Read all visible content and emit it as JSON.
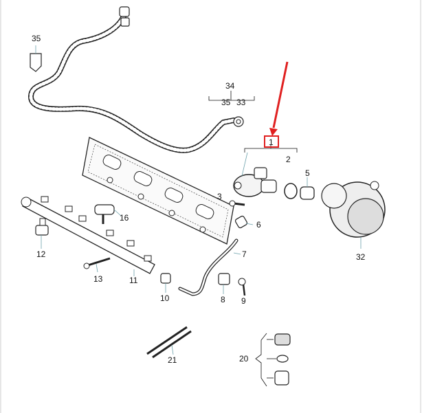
{
  "diagram": {
    "callouts": [
      {
        "id": "35a",
        "text": "35"
      },
      {
        "id": "34",
        "text": "34"
      },
      {
        "id": "35b",
        "text": "35"
      },
      {
        "id": "33",
        "text": "33"
      },
      {
        "id": "1",
        "text": "1"
      },
      {
        "id": "2",
        "text": "2"
      },
      {
        "id": "3",
        "text": "3"
      },
      {
        "id": "5",
        "text": "5"
      },
      {
        "id": "6",
        "text": "6"
      },
      {
        "id": "7",
        "text": "7"
      },
      {
        "id": "8",
        "text": "8"
      },
      {
        "id": "9",
        "text": "9"
      },
      {
        "id": "10",
        "text": "10"
      },
      {
        "id": "11",
        "text": "11"
      },
      {
        "id": "12",
        "text": "12"
      },
      {
        "id": "13",
        "text": "13"
      },
      {
        "id": "16",
        "text": "16"
      },
      {
        "id": "20",
        "text": "20"
      },
      {
        "id": "21",
        "text": "21"
      },
      {
        "id": "32",
        "text": "32"
      }
    ],
    "highlight_color": "#e02020",
    "leader_color": "#6aa0aa",
    "line_color": "#222222"
  }
}
